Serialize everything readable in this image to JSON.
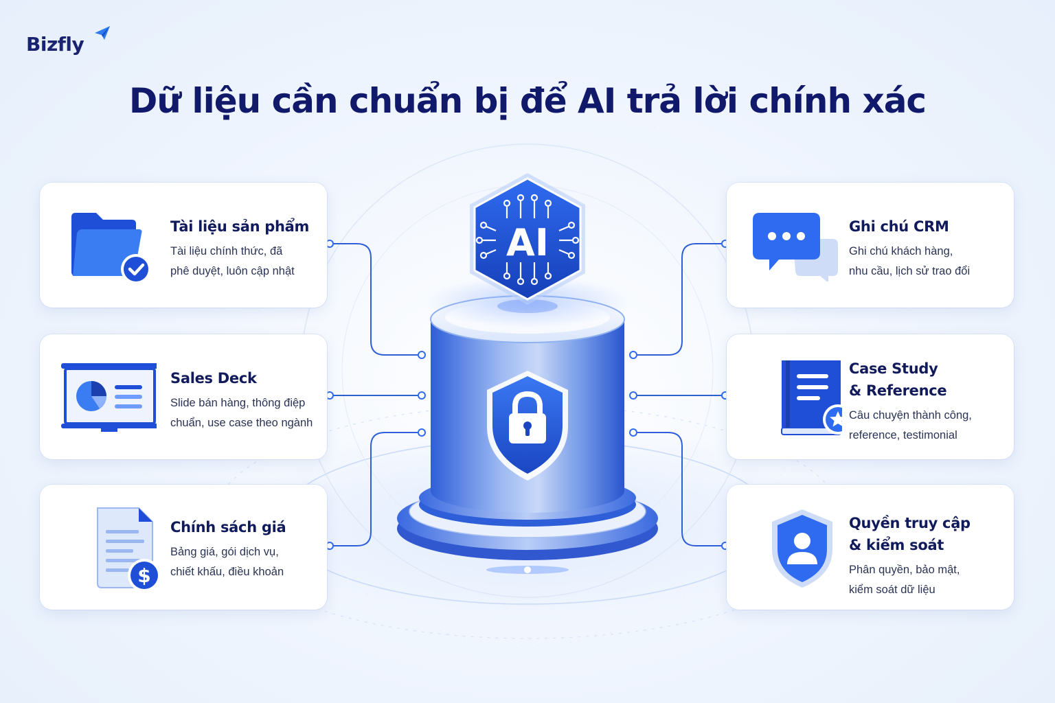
{
  "brand": {
    "name": "Bizfly"
  },
  "title": "Dữ liệu cần chuẩn bị để AI trả lời chính xác",
  "hub": {
    "badge": "AI"
  },
  "cards_left": [
    {
      "title": "Tài liệu sản phẩm",
      "desc": "Tài liệu chính thức, đã\nphê duyệt, luôn cập nhật",
      "icon": "folder-check-icon"
    },
    {
      "title": "Sales Deck",
      "desc": "Slide bán hàng, thông điệp\nchuẩn, use case theo ngành",
      "icon": "presentation-chart-icon"
    },
    {
      "title": "Chính sách giá",
      "desc": "Bảng giá, gói dịch vụ,\nchiết khấu, điều khoản",
      "icon": "price-document-icon"
    }
  ],
  "cards_right": [
    {
      "title": "Ghi chú CRM",
      "desc": "Ghi chú khách hàng,\nnhu cầu, lịch sử trao đổi",
      "icon": "chat-bubble-icon"
    },
    {
      "title": "Case Study\n& Reference",
      "desc": "Câu chuyện thành công,\nreference, testimonial",
      "icon": "book-star-icon"
    },
    {
      "title": "Quyền truy cập\n& kiểm soát",
      "desc": "Phân quyền, bảo mật,\nkiểm soát dữ liệu",
      "icon": "shield-user-icon"
    }
  ],
  "colors": {
    "primary": "#1f4fd6",
    "dark_navy": "#11196b",
    "accent_blue": "#2f6bf0"
  }
}
